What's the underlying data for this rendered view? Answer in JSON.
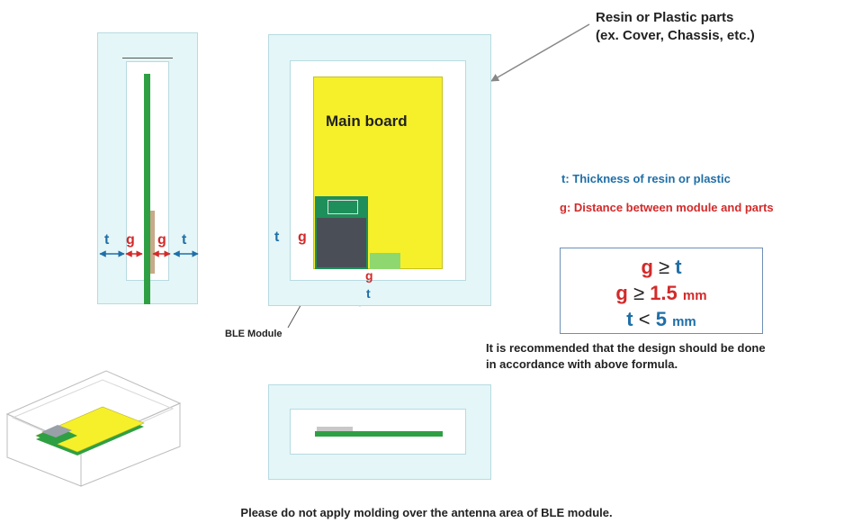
{
  "resin_label": {
    "line1": "Resin or Plastic parts",
    "line2": "(ex. Cover, Chassis, etc.)"
  },
  "main_board_label": "Main board",
  "ble_module_label": "BLE Module",
  "dimension_labels": {
    "t": "t",
    "g": "g"
  },
  "legend": {
    "t_def": "t:  Thickness of resin or plastic",
    "g_def": "g:  Distance between module and parts"
  },
  "formula": {
    "row1": {
      "var": "g",
      "op": "≥",
      "rhs": "t",
      "unit": ""
    },
    "row2": {
      "var": "g",
      "op": "≥",
      "rhs": "1.5",
      "unit": "mm"
    },
    "row3": {
      "var": "t",
      "op": "<",
      "rhs": "5",
      "unit": "mm"
    }
  },
  "recommendation": {
    "line1": "It is recommended that the design should be done",
    "line2": "in accordance with above formula."
  },
  "footer_note": "Please do not apply molding over the antenna area of BLE module.",
  "colors": {
    "resin": "#e4f6f7",
    "board_yellow": "#f5f02a",
    "pcb_green": "#2ea043",
    "label_blue": "#1f6fa8",
    "label_red": "#d32a2a"
  }
}
